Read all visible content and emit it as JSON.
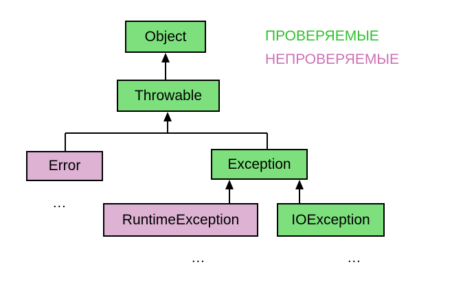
{
  "colors": {
    "checked": "#7de07d",
    "unchecked": "#ddb2d3",
    "legend_checked": "#2fc12f",
    "legend_unchecked": "#cc72b5"
  },
  "legend": {
    "checked_label": "ПРОВЕРЯЕМЫЕ",
    "unchecked_label": "НЕПРОВЕРЯЕМЫЕ"
  },
  "nodes": {
    "object": {
      "label": "Object",
      "kind": "checked"
    },
    "throwable": {
      "label": "Throwable",
      "kind": "checked"
    },
    "error": {
      "label": "Error",
      "kind": "unchecked"
    },
    "exception": {
      "label": "Exception",
      "kind": "checked"
    },
    "runtime_exception": {
      "label": "RuntimeException",
      "kind": "unchecked"
    },
    "io_exception": {
      "label": "IOException",
      "kind": "checked"
    }
  },
  "ellipses": {
    "error_children": "...",
    "runtime_children": "...",
    "io_children": "..."
  }
}
